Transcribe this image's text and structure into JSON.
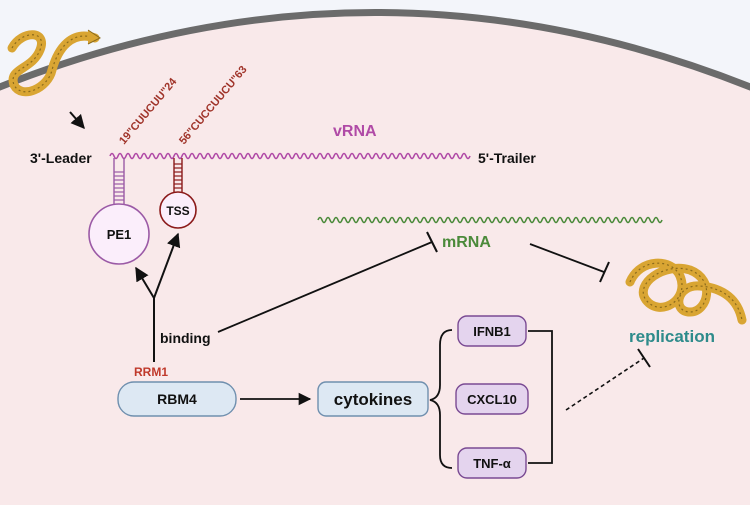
{
  "diagram": {
    "labels": {
      "leader": "3'-Leader",
      "trailer": "5'-Trailer",
      "vrna": "vRNA",
      "motif1": "19\"CUUCUU\"24",
      "motif2": "56\"CUCCUUCU\"63",
      "pe1": "PE1",
      "tss": "TSS",
      "mrna": "mRNA",
      "binding": "binding",
      "rrm1": "RRM1",
      "rbm4": "RBM4",
      "cytokines": "cytokines",
      "ifnb1": "IFNB1",
      "cxcl10": "CXCL10",
      "tnfa": "TNF-α",
      "replication": "replication"
    },
    "colors": {
      "vrna": "#b04aa6",
      "mrna": "#4b8a3a",
      "rrm1": "#c0392b",
      "replication": "#2e8b8b",
      "cytokine_fill": "#e4d4ee",
      "cytokine_stroke": "#7a4a93",
      "box_fill": "#dde8f3",
      "box_stroke": "#6f8fae",
      "cell_fill": "#f9e9ea",
      "membrane": "#6b6b6b",
      "virus": "#d9a533"
    },
    "icons": [
      "virus-icon",
      "virus-icon-replicating"
    ]
  }
}
